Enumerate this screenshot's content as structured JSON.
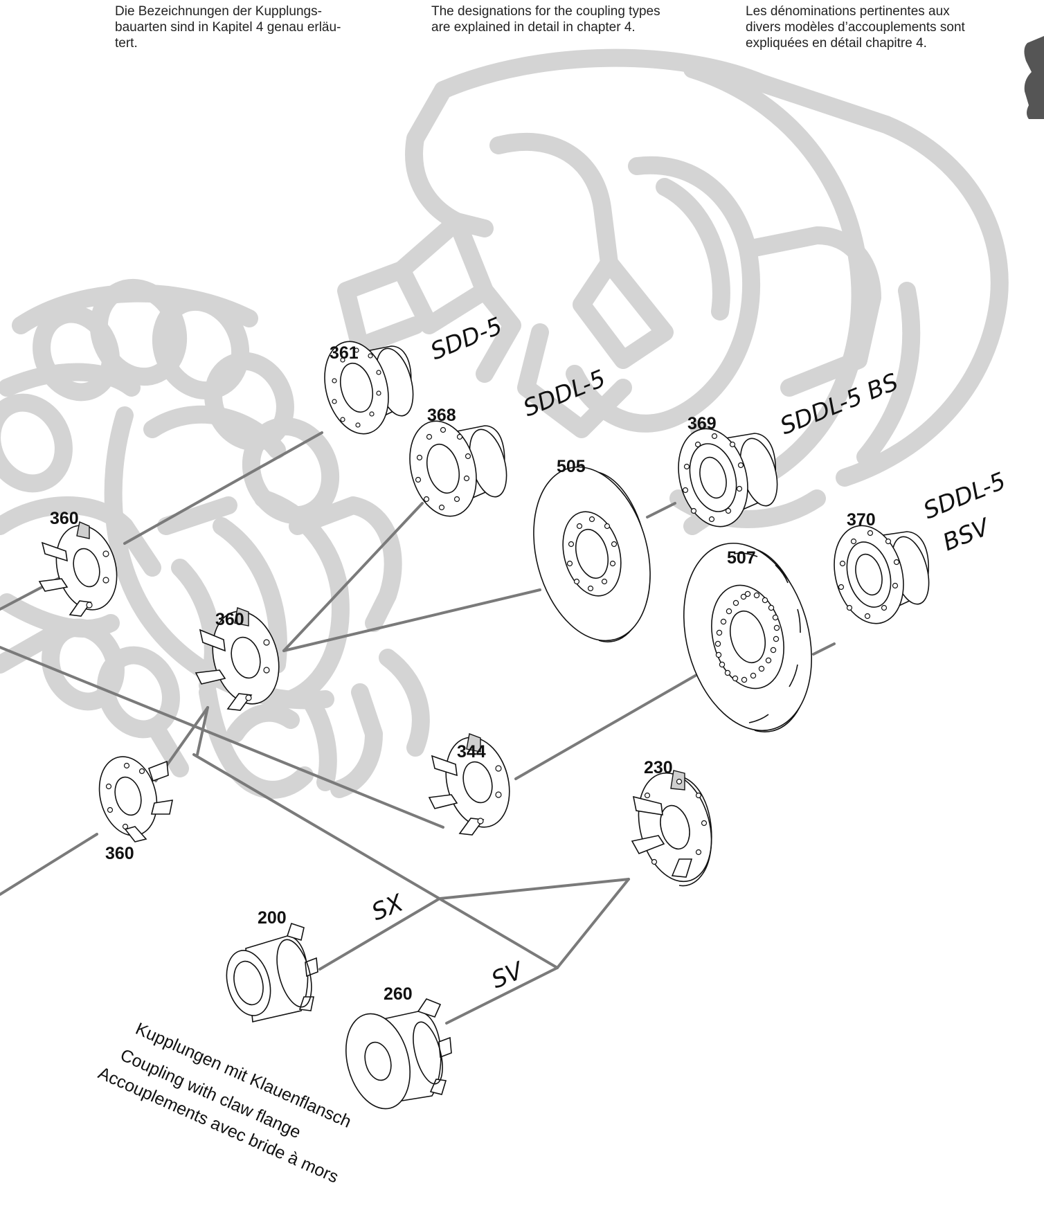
{
  "intro": {
    "de": "Die Bezeichnungen der Kupplungs-\nbauarten sind in Kapitel 4 genau erläu-\ntert.",
    "en": "The designations for the coupling types\nare explained in detail in chapter 4.",
    "fr": "Les dénominations pertinentes aux\ndivers modèles d’accouplements sont\nexpliquées en détail chapitre 4."
  },
  "parts": {
    "p361": "361",
    "p368": "368",
    "p369": "369",
    "p505": "505",
    "p370": "370",
    "p507": "507",
    "p360a": "360",
    "p360b": "360",
    "p360c": "360",
    "p344": "344",
    "p230": "230",
    "p200": "200",
    "p260": "260"
  },
  "series": {
    "sdd5": "SDD-5",
    "sddl5": "SDDL-5",
    "sddl5bs": "SDDL-5 BS",
    "sddl5bsv_1": "SDDL-5",
    "sddl5bsv_2": "BSV",
    "sx": "SX",
    "sv": "SV"
  },
  "caption": {
    "de": "Kupplungen mit Klauenflansch",
    "en": "Coupling with claw flange",
    "fr": "Accouplements avec bride à mors"
  },
  "colors": {
    "background_watermark": "#d4d4d4",
    "leader_lines": "#7a7a7a",
    "text": "#111111",
    "tab": "#555555"
  }
}
